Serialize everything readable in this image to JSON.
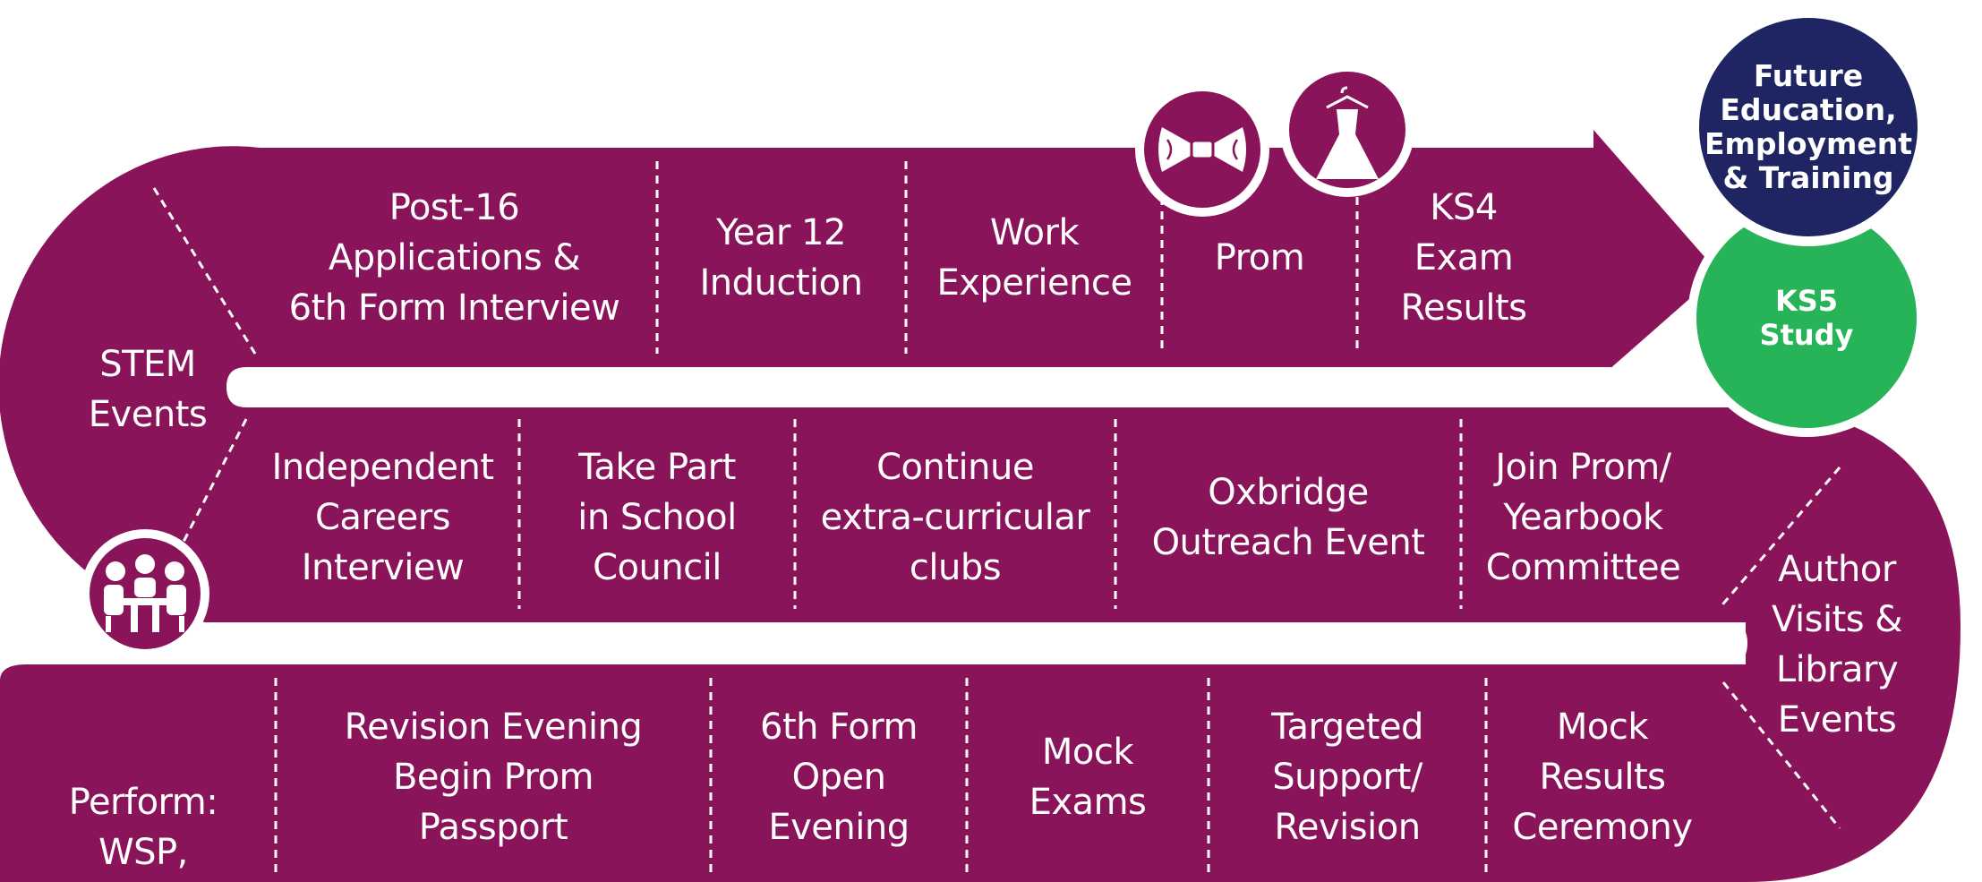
{
  "colors": {
    "road": "#8a1459",
    "future": "#1f2563",
    "ks5": "#27b357",
    "white": "#ffffff"
  },
  "destinations": {
    "future": [
      "Future",
      "Education,",
      "Employment",
      "& Training"
    ],
    "ks5": [
      "KS5",
      "Study"
    ]
  },
  "icons": {
    "bowtie": "bow-tie-icon",
    "dress": "prom-dress-icon",
    "meeting": "meeting-people-icon"
  },
  "top_row": [
    [
      "Post-16",
      "Applications &",
      "6th Form Interview"
    ],
    [
      "Year 12",
      "Induction"
    ],
    [
      "Work",
      "Experience"
    ],
    [
      "Prom"
    ],
    [
      "KS4",
      "Exam",
      "Results"
    ]
  ],
  "middle_row": [
    [
      "Independent",
      "Careers",
      "Interview"
    ],
    [
      "Take Part",
      "in School",
      "Council"
    ],
    [
      "Continue",
      "extra-curricular",
      "clubs"
    ],
    [
      "Oxbridge",
      "Outreach Event"
    ],
    [
      "Join Prom/",
      "Yearbook",
      "Committee"
    ]
  ],
  "bottom_row": [
    [
      "Revision Evening",
      "Begin Prom",
      "Passport"
    ],
    [
      "6th Form",
      "Open",
      "Evening"
    ],
    [
      "Mock",
      "Exams"
    ],
    [
      "Targeted",
      "Support/",
      "Revision"
    ],
    [
      "Mock",
      "Results",
      "Ceremony"
    ]
  ],
  "left_turn_top": [
    "STEM",
    "Events"
  ],
  "right_turn": [
    "Author",
    "Visits &",
    "Library",
    "Events"
  ],
  "left_turn_bottom": [
    "Perform:",
    "WSP,"
  ]
}
